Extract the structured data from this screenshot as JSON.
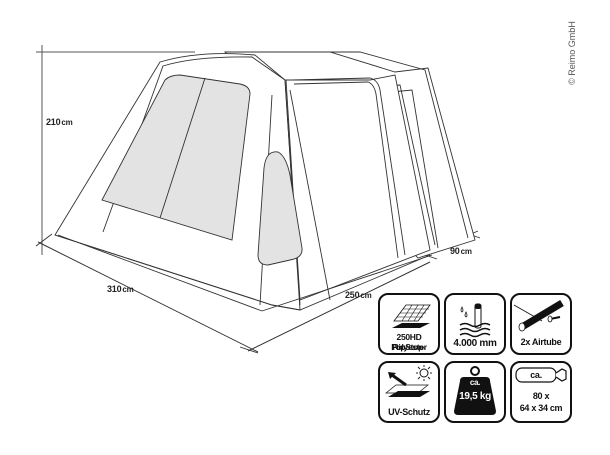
{
  "copyright": "© Reimo GmbH",
  "dimensions": {
    "height": {
      "value": "210",
      "unit": "cm"
    },
    "length": {
      "value": "310",
      "unit": "cm"
    },
    "width": {
      "value": "250",
      "unit": "cm"
    },
    "vestibule": {
      "value": "90",
      "unit": "cm"
    }
  },
  "features": [
    {
      "icon": "ripstop-fabric-icon",
      "label_line1": "250HD RipStop-",
      "label_line2": "Polyester"
    },
    {
      "icon": "water-column-icon",
      "label_line1": "4.000 mm"
    },
    {
      "icon": "airtube-icon",
      "label_line1": "2x Airtube"
    },
    {
      "icon": "uv-protection-icon",
      "label_line1": "UV-Schutz"
    },
    {
      "icon": "weight-icon",
      "badge": "ca.",
      "label_line1": "19,5 kg"
    },
    {
      "icon": "pack-size-icon",
      "badge": "ca.",
      "label_line1": "80 x",
      "label_line2": "64 x 34 cm"
    }
  ],
  "colors": {
    "outline": "#333333",
    "window_fill": "#e3e3e3",
    "icon_stroke": "#111111"
  }
}
